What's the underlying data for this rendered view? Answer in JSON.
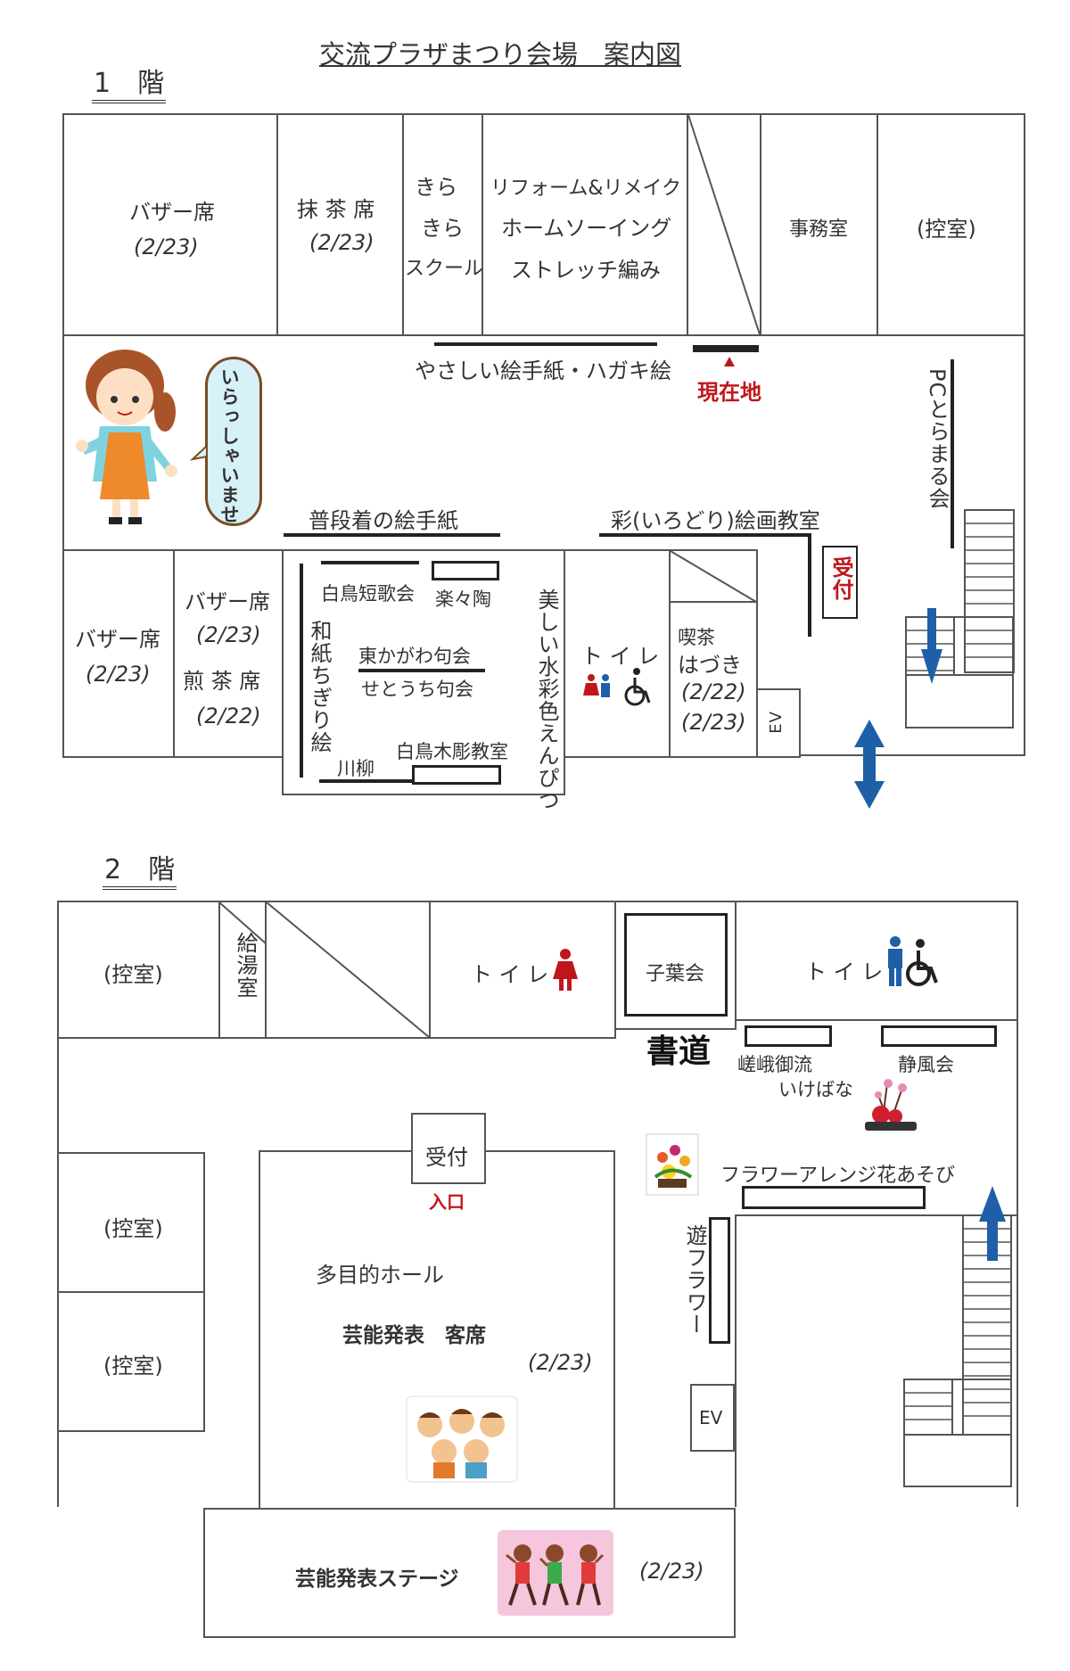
{
  "title": "交流プラザまつり会場　案内図",
  "floor1": {
    "label": "1　階",
    "rooms": {
      "bazaar_top": {
        "name": "バザー席",
        "date": "(2/23)"
      },
      "matcha": {
        "name": "抹 茶 席",
        "date": "(2/23)"
      },
      "kirakira": {
        "line1": "きら",
        "line2": "きら",
        "line3": "スクール"
      },
      "reform": {
        "line1": "リフォーム&リメイク",
        "line2": "ホームソーイング",
        "line3": "ストレッチ編み"
      },
      "office": "事務室",
      "waiting_top": "(控室)",
      "bazaar_left": {
        "name": "バザー席",
        "date": "(2/23)"
      },
      "bazaar_sencha": {
        "name1": "バザー席",
        "date1": "(2/23)",
        "name2": "煎 茶 席",
        "date2": "(2/22)"
      },
      "toilet": "ト イ レ",
      "cafe": {
        "line1": "喫茶",
        "line2": "はづき",
        "date1": "(2/22)",
        "date2": "(2/23)"
      },
      "ev": "EV"
    },
    "labels": {
      "etegami": "やさしい絵手紙・ハガキ絵",
      "here": "現在地",
      "pc": "PCとらまる会",
      "fudangi": "普段着の絵手紙",
      "irodori": "彩(いろどり)絵画教室",
      "reception": "受付",
      "welcome": "いらっしゃいませ",
      "hakucho_tanka": "白鳥短歌会",
      "rakutou": "楽々陶",
      "washi": "和紙ちぎり絵",
      "higashikagawa": "東かがわ句会",
      "setouchi": "せとうち句会",
      "senryu": "川柳",
      "mokucho": "白鳥木彫教室",
      "suisai": "美しい水彩色えんぴつ"
    }
  },
  "floor2": {
    "label": "2　階",
    "rooms": {
      "waiting1": "(控室)",
      "kyuto": "給湯室",
      "toilet_w": "ト イ レ",
      "kobakai": "子葉会",
      "toilet_m": "ト イ レ",
      "waiting2": "(控室)",
      "waiting3": "(控室)",
      "ev": "EV"
    },
    "labels": {
      "shodo": "書道",
      "saga": "嵯峨御流",
      "ikebana": "いけばな",
      "seifu": "静風会",
      "reception": "受付",
      "entrance": "入口",
      "flower": "フラワーアレンジ花あそび",
      "yuflower": "遊フラワー",
      "hall": "多目的ホール",
      "seats": "芸能発表　客席",
      "seats_date": "(2/23)",
      "stage": "芸能発表ステージ",
      "stage_date": "(2/23)"
    }
  },
  "colors": {
    "red": "#c0161b",
    "blue": "#1f5fa8",
    "apron": "#ef8a2b"
  }
}
